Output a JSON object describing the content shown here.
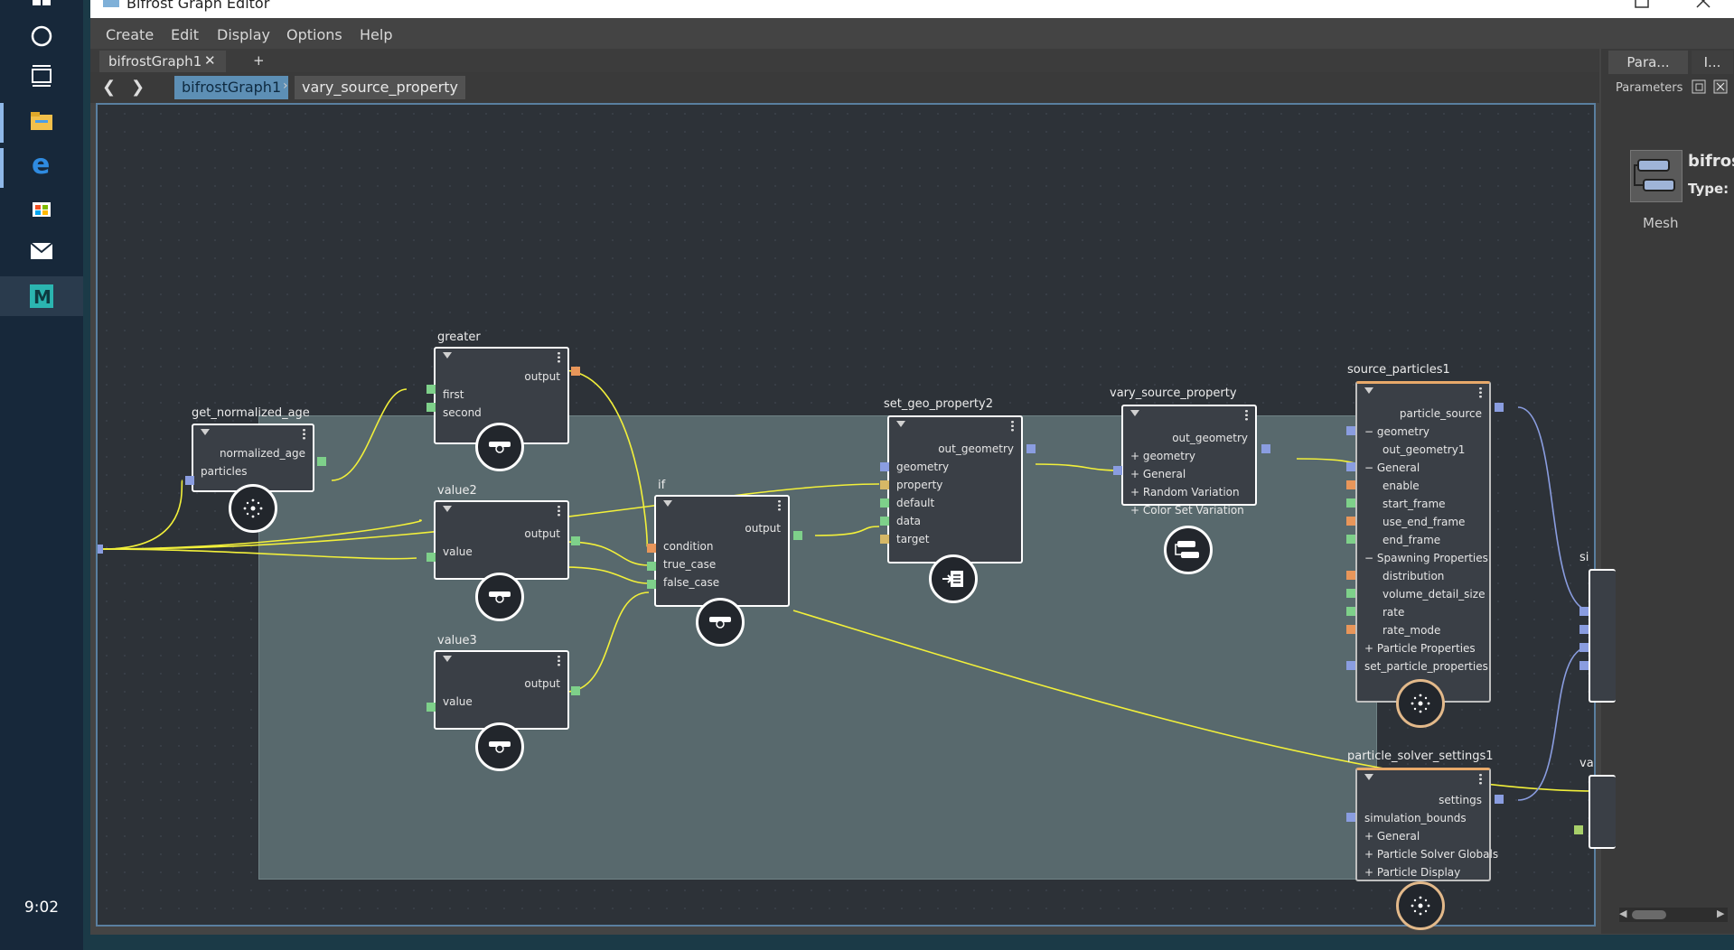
{
  "window": {
    "title": "Bifrost Graph Editor"
  },
  "taskbar": {
    "clock": "9:02"
  },
  "menu": [
    "Create",
    "Edit",
    "Display",
    "Options",
    "Help"
  ],
  "tabs": {
    "graph_tab": "bifrostGraph1",
    "close_glyph": "✕",
    "add_glyph": "+"
  },
  "breadcrumb": {
    "back_glyph": "❮",
    "forward_glyph": "❯",
    "root": "bifrostGraph1",
    "separator": "›",
    "current": "vary_source_property"
  },
  "right_panel": {
    "tab1": "Para...",
    "tab2": "I...",
    "section": "Parameters",
    "name": "bifros",
    "type_label": "Type:",
    "type_value": "Mesh"
  },
  "colors": {
    "wire": "#f2f03a",
    "wire_blue": "#8a9de0",
    "port_blue": "#8a9de0",
    "port_green": "#7ed08a",
    "port_orange": "#e8965a",
    "port_yellow": "#d6b866"
  },
  "nodes": {
    "get_normalized_age": {
      "title": "get_normalized_age",
      "out": "normalized_age",
      "in": "particles"
    },
    "greater": {
      "title": "greater",
      "out": "output",
      "in1": "first",
      "in2": "second"
    },
    "value2": {
      "title": "value2",
      "out": "output",
      "in": "value"
    },
    "value3": {
      "title": "value3",
      "out": "output",
      "in": "value"
    },
    "if": {
      "title": "if",
      "out": "output",
      "in1": "condition",
      "in2": "true_case",
      "in3": "false_case"
    },
    "set_geo_property2": {
      "title": "set_geo_property2",
      "out": "out_geometry",
      "in1": "geometry",
      "in2": "property",
      "in3": "default",
      "in4": "data",
      "in5": "target"
    },
    "vary_source_property": {
      "title": "vary_source_property",
      "out": "out_geometry",
      "in1": "+ geometry",
      "in2": "+ General",
      "in3": "+ Random Variation",
      "in4": "+ Color Set Variation"
    },
    "source_particles1": {
      "title": "source_particles1",
      "out": "particle_source",
      "rows": [
        "− geometry",
        "out_geometry1",
        "− General",
        "enable",
        "start_frame",
        "use_end_frame",
        "end_frame",
        "− Spawning Properties",
        "distribution",
        "volume_detail_size",
        "rate",
        "rate_mode",
        "+ Particle Properties",
        "set_particle_properties"
      ]
    },
    "particle_solver_settings1": {
      "title": "particle_solver_settings1",
      "out": "settings",
      "rows": [
        "simulation_bounds",
        "+ General",
        "+ Particle Solver Globals",
        "+ Particle Display"
      ]
    },
    "clipped_si": {
      "title": "si"
    },
    "clipped_va": {
      "title": "va"
    }
  }
}
